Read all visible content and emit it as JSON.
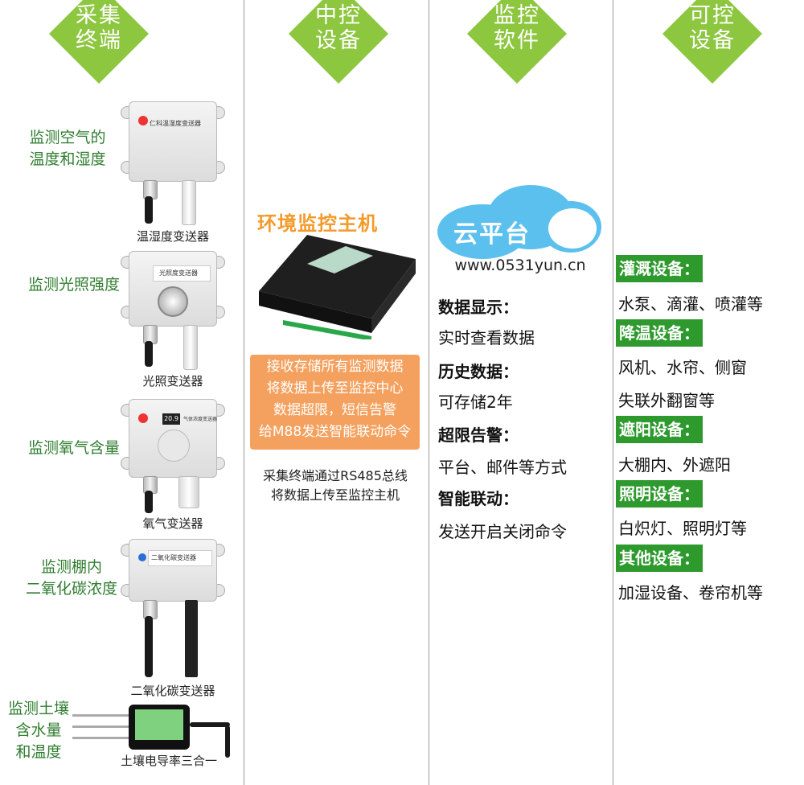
{
  "headers": [
    {
      "line1": "采集",
      "line2": "终端"
    },
    {
      "line1": "中控",
      "line2": "设备"
    },
    {
      "line1": "监控",
      "line2": "软件"
    },
    {
      "line1": "可控",
      "line2": "设备"
    }
  ],
  "colors": {
    "green": "#8dc63f",
    "dark_green_text": "#2f7d2f",
    "orange_box": "#f4a15f",
    "badge_green": "#2e9a2e",
    "cloud_blue": "#5bc0ee",
    "host_orange": "#f39a2a"
  },
  "terminals": [
    {
      "desc": [
        "监测空气的",
        "温度和湿度"
      ],
      "name": "温湿度变送器",
      "logo": "仁科温湿度变送器"
    },
    {
      "desc": [
        "监测光照强度"
      ],
      "name": "光照变送器",
      "logo": "光照度变送器"
    },
    {
      "desc": [
        "监测氧气含量"
      ],
      "name": "氧气变送器",
      "logo": "气体浓度变送器",
      "display": "20.9"
    },
    {
      "desc": [
        "监测棚内",
        "二氧化碳浓度"
      ],
      "name": "二氧化碳变送器",
      "logo": "二氧化碳变送器"
    },
    {
      "desc": [
        "监测土壤",
        "含水量",
        "和温度"
      ],
      "name": "土壤电导率三合一"
    }
  ],
  "host": {
    "title": "环境监控主机",
    "box_lines": [
      "接收存储所有监测数据",
      "将数据上传至监控中心",
      "数据超限，短信告警",
      "给M88发送智能联动命令"
    ],
    "note": [
      "采集终端通过RS485总线",
      "将数据上传至监控主机"
    ]
  },
  "software": {
    "cloud_label": "云平台",
    "url": "www.0531yun.cn",
    "features": [
      {
        "title": "数据显示：",
        "desc": "实时查看数据"
      },
      {
        "title": "历史数据：",
        "desc": "可存储2年"
      },
      {
        "title": "超限告警：",
        "desc": "平台、邮件等方式"
      },
      {
        "title": "智能联动：",
        "desc": "发送开启关闭命令"
      }
    ]
  },
  "controls": [
    {
      "badge": "灌溉设备：",
      "lines": [
        "水泵、滴灌、喷灌等"
      ]
    },
    {
      "badge": "降温设备：",
      "lines": [
        "风机、水帘、侧窗",
        "失联外翻窗等"
      ]
    },
    {
      "badge": "遮阳设备：",
      "lines": [
        "大棚内、外遮阳"
      ]
    },
    {
      "badge": "照明设备：",
      "lines": [
        "白炽灯、照明灯等"
      ]
    },
    {
      "badge": "其他设备：",
      "lines": [
        "加湿设备、卷帘机等"
      ]
    }
  ]
}
